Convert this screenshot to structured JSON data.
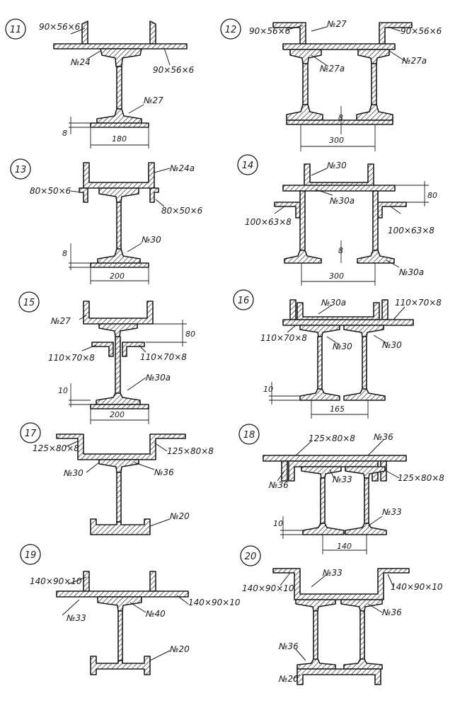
{
  "figures": [
    {
      "no": "11",
      "labels": [
        "90×56×6",
        "№24",
        "90×56×6",
        "№27"
      ],
      "dims": [
        "8",
        "180"
      ]
    },
    {
      "no": "12",
      "labels": [
        "90×56×6",
        "№27",
        "90×56×6",
        "№27a",
        "№27a"
      ],
      "dims": [
        "8",
        "300"
      ]
    },
    {
      "no": "13",
      "labels": [
        "№24a",
        "80×50×6",
        "80×50×6",
        "№30"
      ],
      "dims": [
        "8",
        "200"
      ]
    },
    {
      "no": "14",
      "labels": [
        "№30",
        "№30a",
        "100×63×8",
        "100×63×8",
        "№30a"
      ],
      "dims": [
        "80",
        "8",
        "300"
      ]
    },
    {
      "no": "15",
      "labels": [
        "№27",
        "110×70×8",
        "110×70×8",
        "№30a"
      ],
      "dims": [
        "80",
        "10",
        "200"
      ]
    },
    {
      "no": "16",
      "labels": [
        "№30a",
        "110×70×8",
        "110×70×8",
        "№30",
        "№30"
      ],
      "dims": [
        "10",
        "165"
      ]
    },
    {
      "no": "17",
      "labels": [
        "125×80×8",
        "125×80×8",
        "№30",
        "№36",
        "№20"
      ],
      "dims": []
    },
    {
      "no": "18",
      "labels": [
        "125×80×8",
        "№36",
        "№36",
        "№33",
        "125×80×8",
        "№33"
      ],
      "dims": [
        "10",
        "140"
      ]
    },
    {
      "no": "19",
      "labels": [
        "140×90×10",
        "№33",
        "№40",
        "140×90×10",
        "№20"
      ],
      "dims": []
    },
    {
      "no": "20",
      "labels": [
        "140×90×10",
        "№33",
        "140×90×10",
        "№36",
        "№36",
        "№20"
      ],
      "dims": []
    }
  ]
}
